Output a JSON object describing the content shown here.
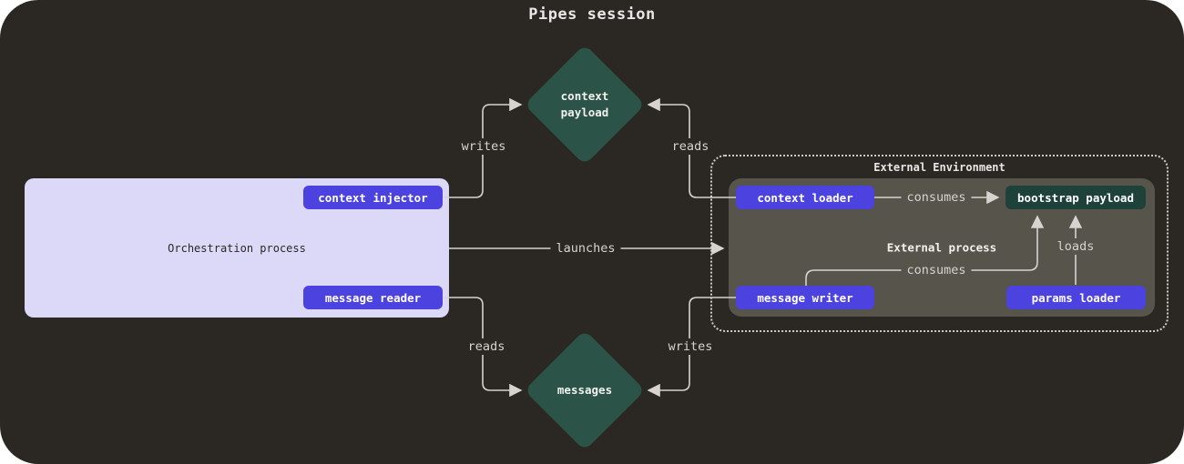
{
  "title": "Pipes session",
  "nodes": {
    "context_payload": {
      "label": "context\npayload"
    },
    "messages": {
      "label": "messages"
    },
    "orchestration": {
      "label": "Orchestration process",
      "context_injector": "context injector",
      "message_reader": "message reader"
    },
    "external_environment": {
      "label": "External Environment",
      "external_process": {
        "label": "External process",
        "context_loader": "context loader",
        "bootstrap_payload": "bootstrap payload",
        "message_writer": "message writer",
        "params_loader": "params loader"
      }
    }
  },
  "edges": {
    "writes_top": "writes",
    "reads_top": "reads",
    "launches": "launches",
    "reads_bottom": "reads",
    "writes_bottom": "writes",
    "consumes_top": "consumes",
    "consumes_bottom": "consumes",
    "loads": "loads"
  },
  "colors": {
    "canvas_bg": "#2b2823",
    "diamond_green": "#2b5347",
    "payload_green": "#1e4239",
    "button_purple": "#4c42df",
    "process_lavender": "#dcd9f8",
    "external_gray": "#57544b",
    "line": "#d6d3d0"
  }
}
